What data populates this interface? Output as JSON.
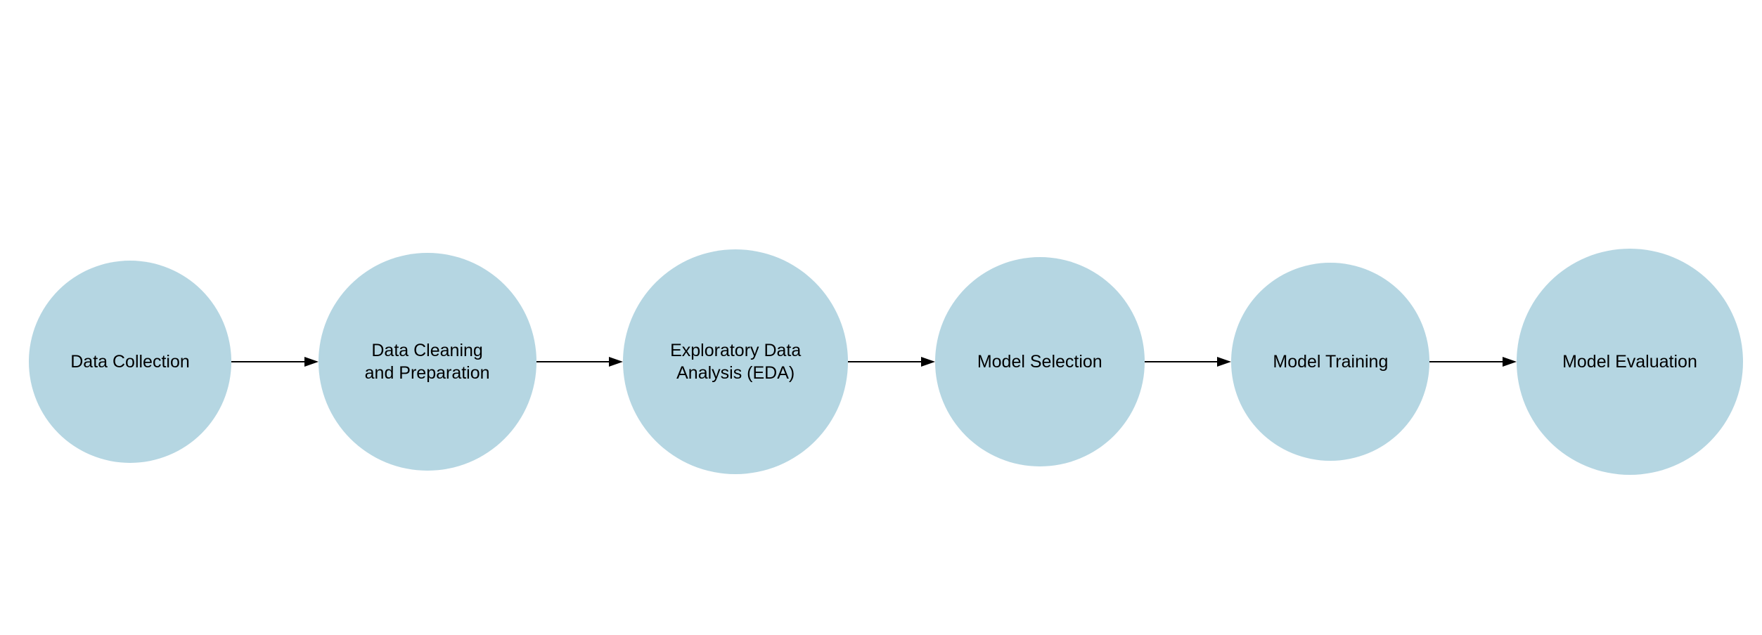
{
  "diagram": {
    "type": "flowchart",
    "direction": "left-to-right",
    "background_color": "#ffffff",
    "node_shape": "circle",
    "node_fill_color": "#b5d6e2",
    "node_text_color": "#000000",
    "arrow_color": "#000000",
    "nodes": [
      {
        "id": "data-collection",
        "label": "Data Collection"
      },
      {
        "id": "data-cleaning-preparation",
        "label": "Data Cleaning\nand Preparation"
      },
      {
        "id": "exploratory-data-analysis",
        "label": "Exploratory Data\nAnalysis (EDA)"
      },
      {
        "id": "model-selection",
        "label": "Model Selection"
      },
      {
        "id": "model-training",
        "label": "Model Training"
      },
      {
        "id": "model-evaluation",
        "label": "Model Evaluation"
      }
    ],
    "edges": [
      {
        "from": "Data Collection",
        "to": "Data Cleaning and Preparation",
        "style": "arrow-right"
      },
      {
        "from": "Data Cleaning and Preparation",
        "to": "Exploratory Data Analysis (EDA)",
        "style": "arrow-right"
      },
      {
        "from": "Exploratory Data Analysis (EDA)",
        "to": "Model Selection",
        "style": "arrow-right"
      },
      {
        "from": "Model Selection",
        "to": "Model Training",
        "style": "arrow-right"
      },
      {
        "from": "Model Training",
        "to": "Model Evaluation",
        "style": "arrow-right"
      }
    ]
  }
}
